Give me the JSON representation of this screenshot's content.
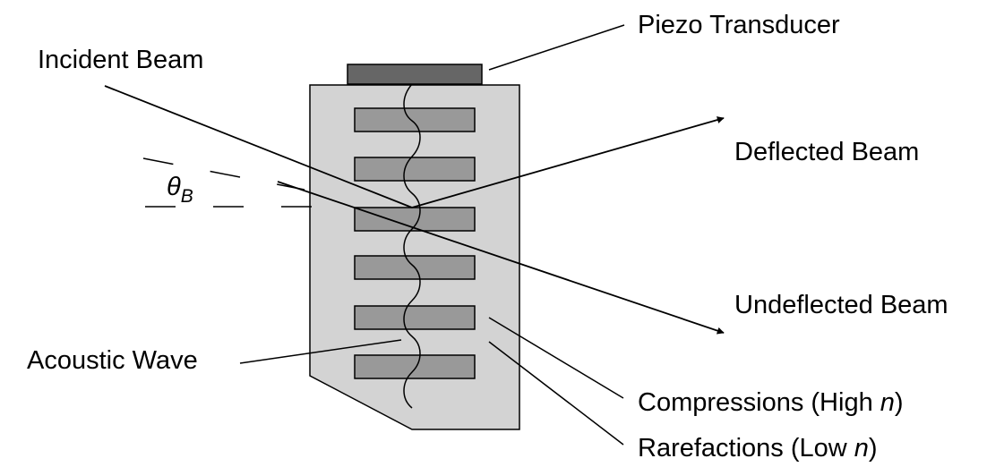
{
  "labels": {
    "piezo": "Piezo Transducer",
    "incident": "Incident Beam",
    "deflected": "Deflected Beam",
    "undeflected": "Undeflected Beam",
    "acoustic": "Acoustic Wave",
    "compressions_prefix": "Compressions (High ",
    "rarefactions_prefix": "Rarefactions (Low ",
    "n": "n",
    "close": ")",
    "theta": "θ",
    "theta_sub": "B"
  },
  "colors": {
    "crystal": "#d3d3d3",
    "bars": "#999999",
    "transducer": "#666666",
    "stroke": "#000000"
  }
}
